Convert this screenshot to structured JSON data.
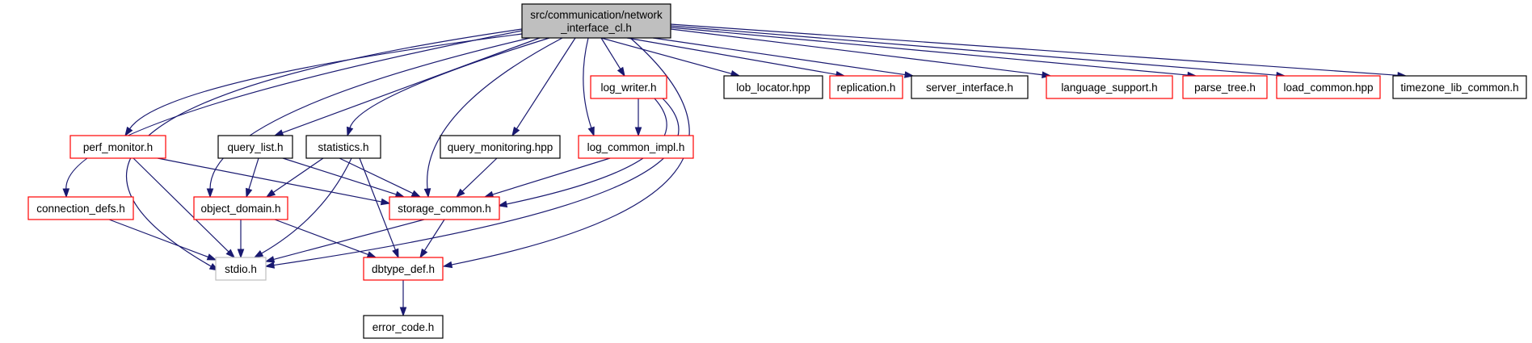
{
  "colors": {
    "edge": "#191970",
    "root_fill": "#bfbfbf",
    "root_border": "#000000",
    "plain_border": "#000000",
    "truncated_border": "#ff0000",
    "system_border": "#bfbfbf",
    "node_fill": "#ffffff"
  },
  "nodes": [
    {
      "id": "root",
      "lines": [
        "src/communication/network",
        "_interface_cl.h"
      ],
      "kind": "root"
    },
    {
      "id": "lob_locator",
      "lines": [
        "lob_locator.hpp"
      ],
      "kind": "plain"
    },
    {
      "id": "replication",
      "lines": [
        "replication.h"
      ],
      "kind": "truncated"
    },
    {
      "id": "server_interface",
      "lines": [
        "server_interface.h"
      ],
      "kind": "plain"
    },
    {
      "id": "language_support",
      "lines": [
        "language_support.h"
      ],
      "kind": "truncated"
    },
    {
      "id": "parse_tree",
      "lines": [
        "parse_tree.h"
      ],
      "kind": "truncated"
    },
    {
      "id": "load_common",
      "lines": [
        "load_common.hpp"
      ],
      "kind": "truncated"
    },
    {
      "id": "timezone_lib_common",
      "lines": [
        "timezone_lib_common.h"
      ],
      "kind": "plain"
    },
    {
      "id": "log_writer",
      "lines": [
        "log_writer.h"
      ],
      "kind": "truncated"
    },
    {
      "id": "perf_monitor",
      "lines": [
        "perf_monitor.h"
      ],
      "kind": "truncated"
    },
    {
      "id": "query_list",
      "lines": [
        "query_list.h"
      ],
      "kind": "plain"
    },
    {
      "id": "statistics",
      "lines": [
        "statistics.h"
      ],
      "kind": "plain"
    },
    {
      "id": "query_monitoring",
      "lines": [
        "query_monitoring.hpp"
      ],
      "kind": "plain"
    },
    {
      "id": "log_common_impl",
      "lines": [
        "log_common_impl.h"
      ],
      "kind": "truncated"
    },
    {
      "id": "connection_defs",
      "lines": [
        "connection_defs.h"
      ],
      "kind": "truncated"
    },
    {
      "id": "object_domain",
      "lines": [
        "object_domain.h"
      ],
      "kind": "truncated"
    },
    {
      "id": "storage_common",
      "lines": [
        "storage_common.h"
      ],
      "kind": "truncated"
    },
    {
      "id": "stdio",
      "lines": [
        "stdio.h"
      ],
      "kind": "system"
    },
    {
      "id": "dbtype_def",
      "lines": [
        "dbtype_def.h"
      ],
      "kind": "truncated"
    },
    {
      "id": "error_code",
      "lines": [
        "error_code.h"
      ],
      "kind": "plain"
    }
  ],
  "edges": [
    {
      "from": "root",
      "to": "lob_locator"
    },
    {
      "from": "root",
      "to": "replication"
    },
    {
      "from": "root",
      "to": "server_interface"
    },
    {
      "from": "root",
      "to": "language_support"
    },
    {
      "from": "root",
      "to": "parse_tree"
    },
    {
      "from": "root",
      "to": "load_common"
    },
    {
      "from": "root",
      "to": "timezone_lib_common"
    },
    {
      "from": "root",
      "to": "log_writer"
    },
    {
      "from": "root",
      "to": "log_common_impl"
    },
    {
      "from": "root",
      "to": "query_monitoring"
    },
    {
      "from": "root",
      "to": "storage_common"
    },
    {
      "from": "root",
      "to": "statistics"
    },
    {
      "from": "root",
      "to": "query_list"
    },
    {
      "from": "root",
      "to": "object_domain"
    },
    {
      "from": "root",
      "to": "perf_monitor"
    },
    {
      "from": "root",
      "to": "connection_defs"
    },
    {
      "from": "root",
      "to": "stdio"
    },
    {
      "from": "root",
      "to": "dbtype_def"
    },
    {
      "from": "log_writer",
      "to": "log_common_impl"
    },
    {
      "from": "log_writer",
      "to": "storage_common"
    },
    {
      "from": "log_writer",
      "to": "stdio"
    },
    {
      "from": "perf_monitor",
      "to": "storage_common"
    },
    {
      "from": "perf_monitor",
      "to": "stdio"
    },
    {
      "from": "query_list",
      "to": "object_domain"
    },
    {
      "from": "query_list",
      "to": "storage_common"
    },
    {
      "from": "statistics",
      "to": "object_domain"
    },
    {
      "from": "statistics",
      "to": "storage_common"
    },
    {
      "from": "statistics",
      "to": "stdio"
    },
    {
      "from": "statistics",
      "to": "dbtype_def"
    },
    {
      "from": "query_monitoring",
      "to": "storage_common"
    },
    {
      "from": "log_common_impl",
      "to": "storage_common"
    },
    {
      "from": "connection_defs",
      "to": "stdio"
    },
    {
      "from": "object_domain",
      "to": "stdio"
    },
    {
      "from": "object_domain",
      "to": "dbtype_def"
    },
    {
      "from": "storage_common",
      "to": "stdio"
    },
    {
      "from": "storage_common",
      "to": "dbtype_def"
    },
    {
      "from": "dbtype_def",
      "to": "error_code"
    }
  ]
}
